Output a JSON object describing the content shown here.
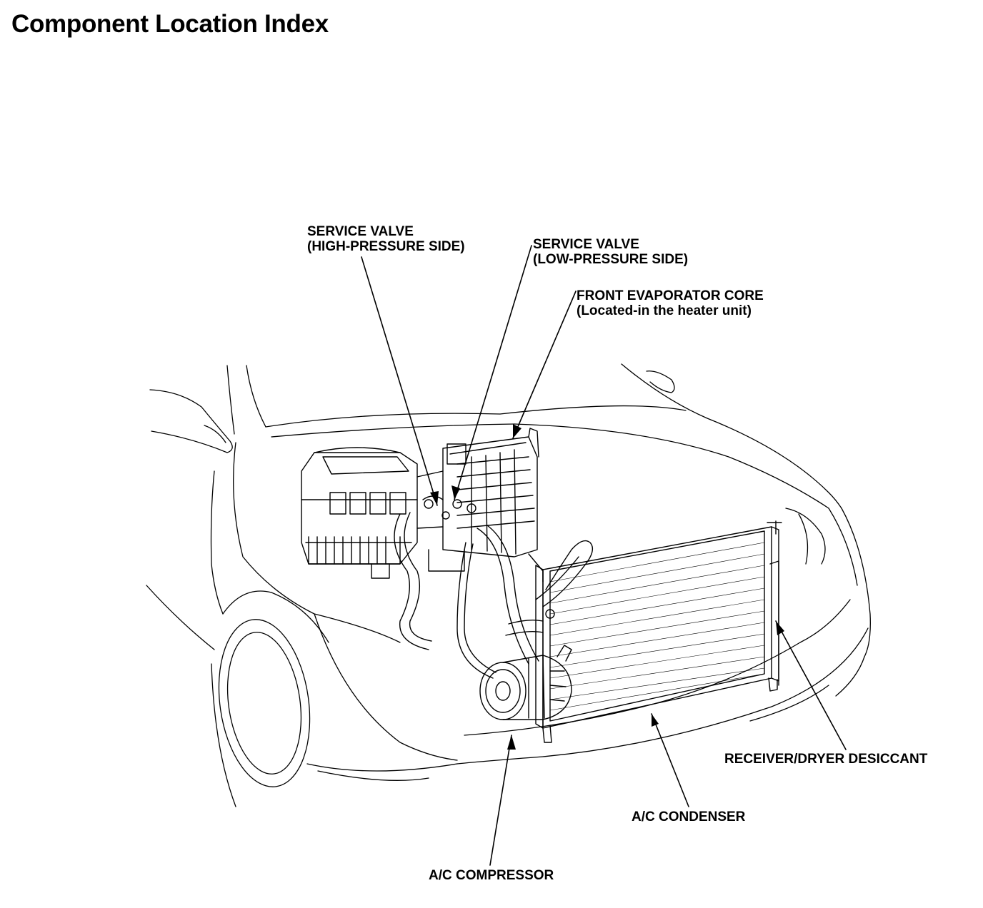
{
  "page": {
    "title": "Component Location Index"
  },
  "callouts": {
    "service_valve_high": {
      "line1": "SERVICE VALVE",
      "line2": "(HIGH-PRESSURE SIDE)"
    },
    "service_valve_low": {
      "line1": "SERVICE VALVE",
      "line2": "(LOW-PRESSURE SIDE)"
    },
    "front_evaporator_core": {
      "line1": "FRONT EVAPORATOR CORE",
      "line2": "(Located-in the heater unit)"
    },
    "receiver_dryer_desiccant": {
      "line1": "RECEIVER/DRYER DESICCANT"
    },
    "ac_condenser": {
      "line1": "A/C CONDENSER"
    },
    "ac_compressor": {
      "line1": "A/C COMPRESSOR"
    }
  },
  "colors": {
    "ink": "#000000",
    "paper": "#ffffff"
  }
}
